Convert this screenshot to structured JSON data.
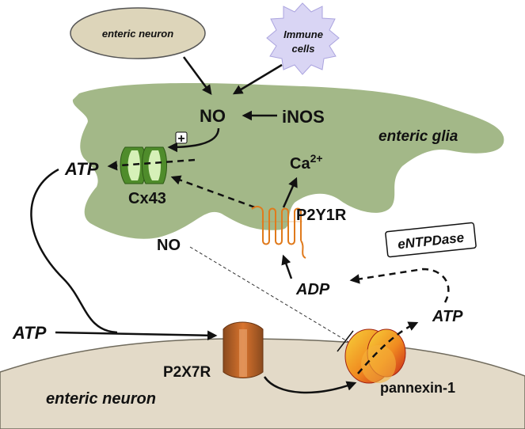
{
  "labels": {
    "enteric_neuron_top": "enteric neuron",
    "immune_line1": "Immune",
    "immune_line2": "cells",
    "no_top": "NO",
    "inos": "iNOS",
    "enteric_glia": "enteric glia",
    "plus": "+",
    "atp_left": "ATP",
    "cx43": "Cx43",
    "ca": "Ca",
    "ca_sup": "2+",
    "p2y1r": "P2Y1R",
    "no_mid": "NO",
    "entpdase": "eNTPDase",
    "adp": "ADP",
    "atp_right": "ATP",
    "atp_bottom_left": "ATP",
    "p2x7r": "P2X7R",
    "pannexin": "pannexin-1",
    "enteric_neuron_bottom": "enteric neuron"
  },
  "colors": {
    "glia": "#a3b888",
    "neuron_top": "#ddd5ba",
    "neuron_bottom": "#e3dac8",
    "immune": "#d9d5f4",
    "cx43": "#4f8c2b",
    "p2y1r": "#e07a1c",
    "p2x7r": "#c0602a",
    "pannexin": "#e2361d"
  }
}
